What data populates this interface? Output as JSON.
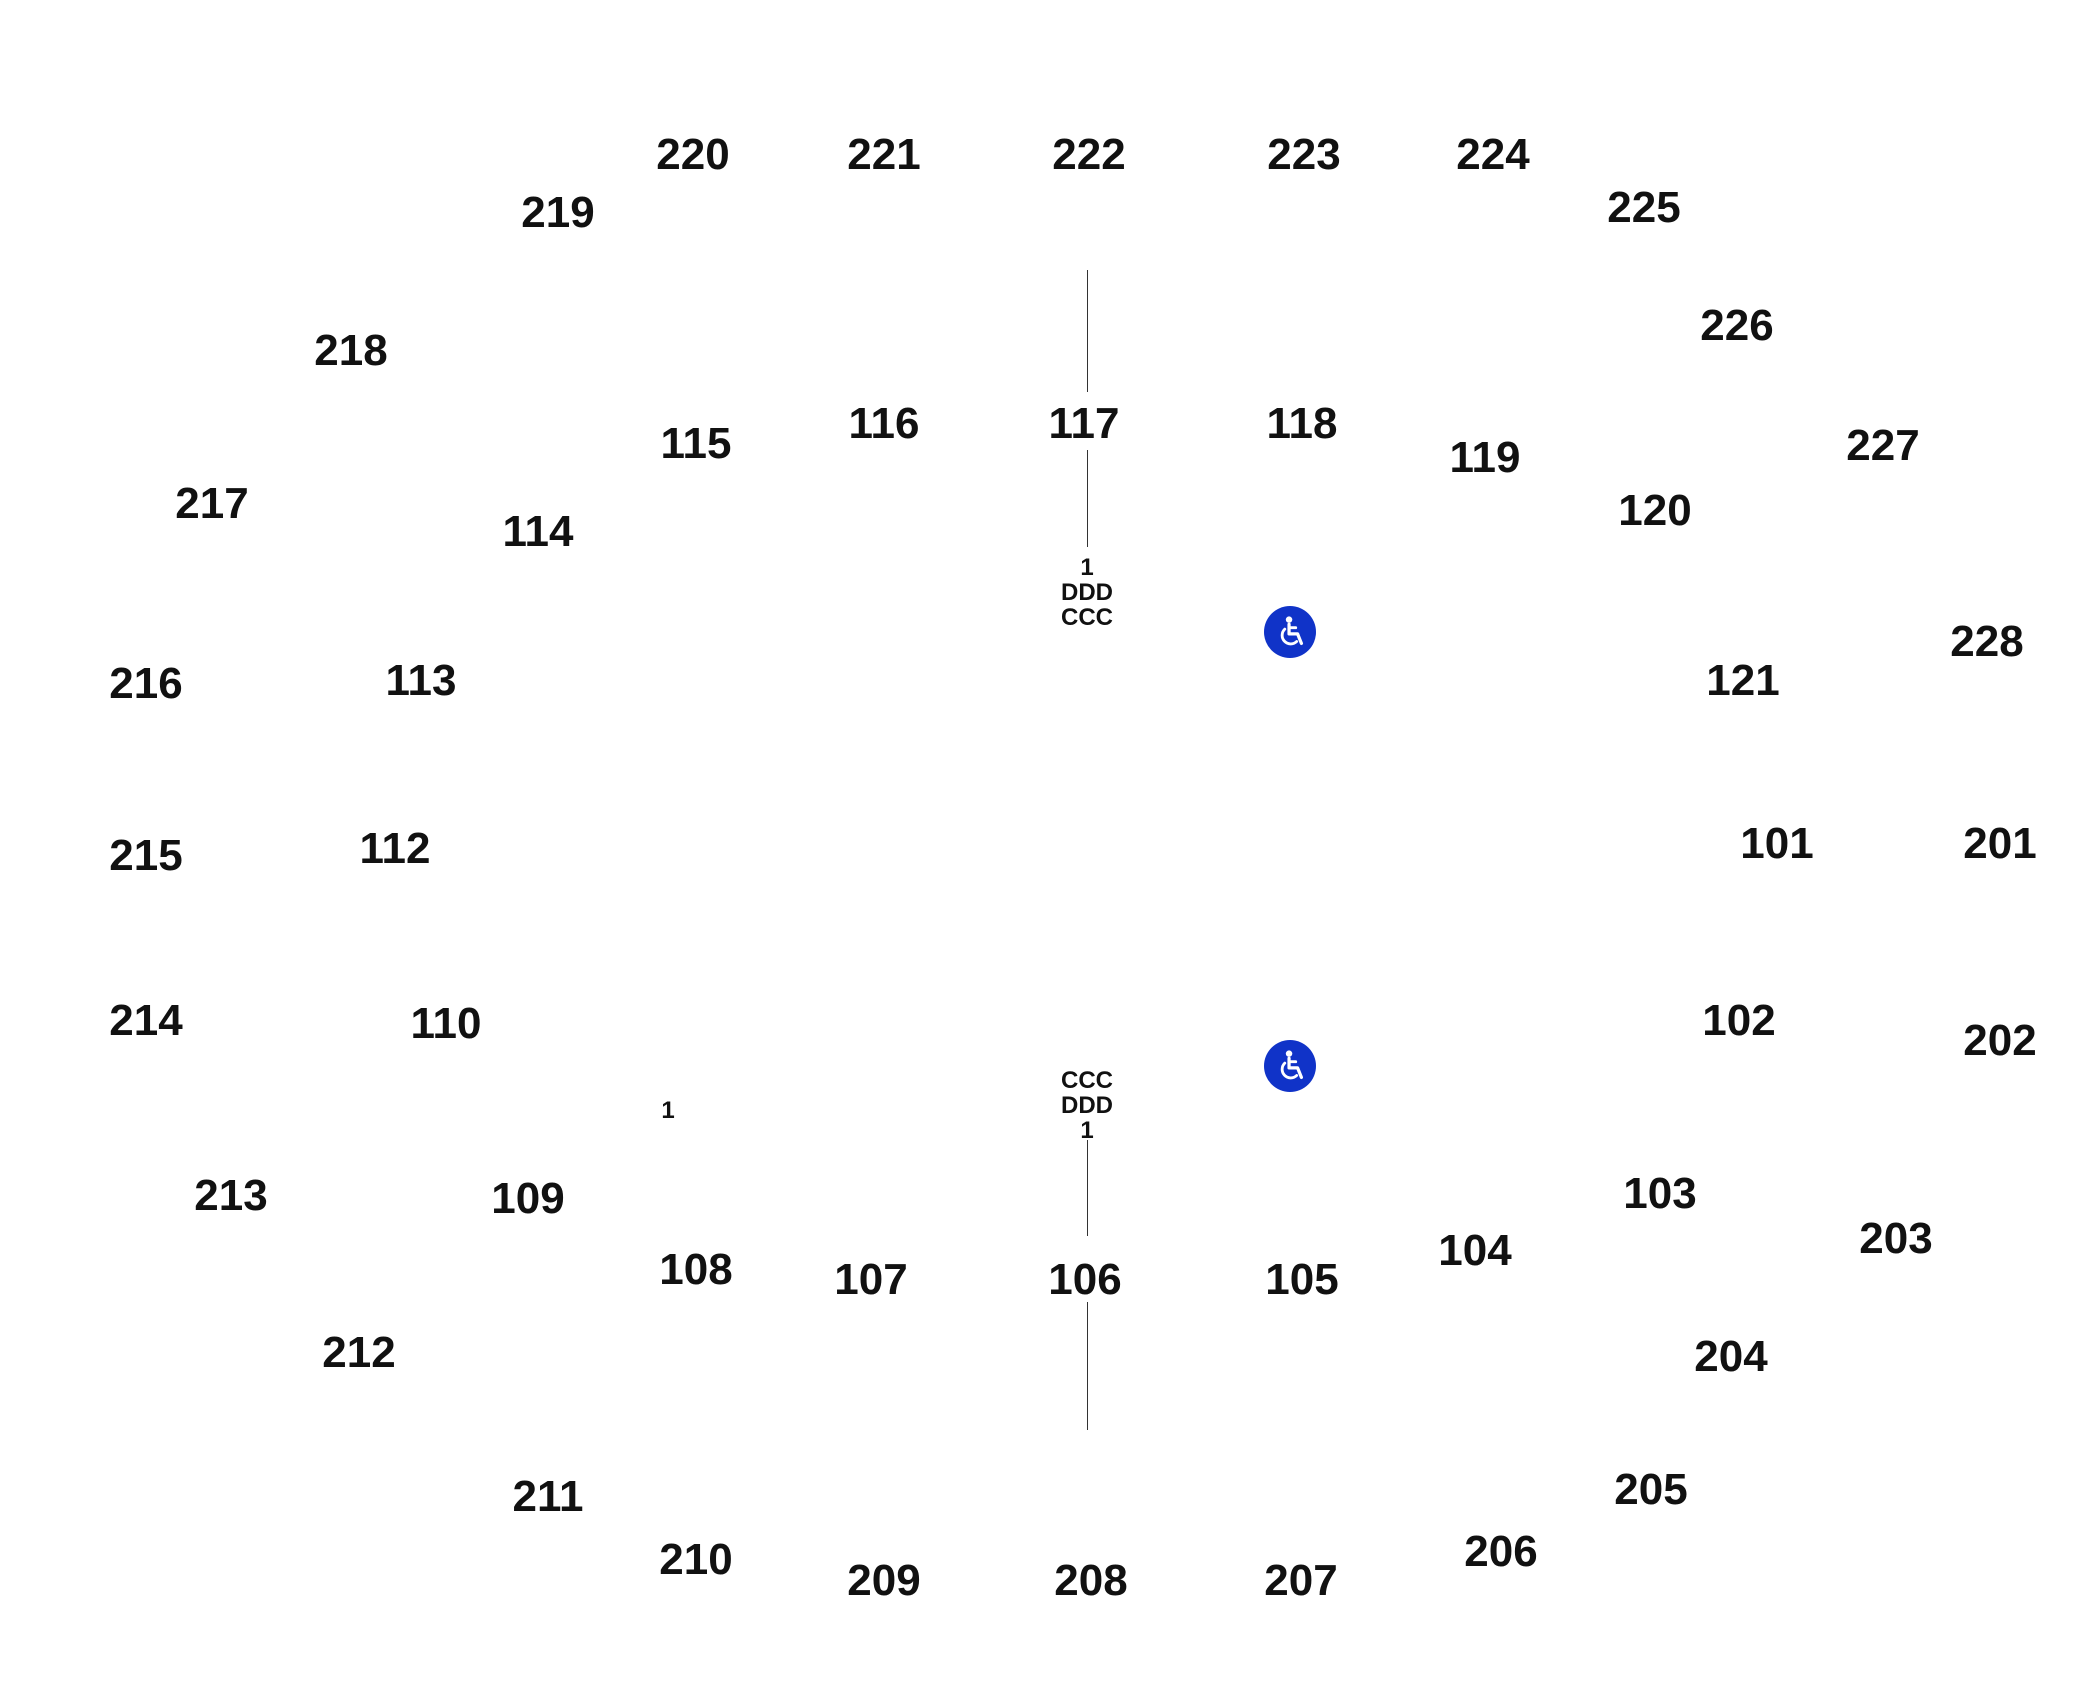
{
  "colors": {
    "accessible_marker": "#1033c8",
    "section_text": "#111111",
    "aisle_line": "#333333"
  },
  "sections": {
    "s220": "220",
    "s221": "221",
    "s222": "222",
    "s223": "223",
    "s224": "224",
    "s225": "225",
    "s219": "219",
    "s218": "218",
    "s226": "226",
    "s227": "227",
    "s217": "217",
    "s228": "228",
    "s216": "216",
    "s215": "215",
    "s214": "214",
    "s213": "213",
    "s212": "212",
    "s211": "211",
    "s210": "210",
    "s209": "209",
    "s208": "208",
    "s207": "207",
    "s206": "206",
    "s205": "205",
    "s204": "204",
    "s203": "203",
    "s202": "202",
    "s201": "201",
    "s115": "115",
    "s116": "116",
    "s117": "117",
    "s118": "118",
    "s119": "119",
    "s120": "120",
    "s114": "114",
    "s113": "113",
    "s121": "121",
    "s112": "112",
    "s101": "101",
    "s110": "110",
    "s102": "102",
    "s109": "109",
    "s103": "103",
    "s108": "108",
    "s107": "107",
    "s106": "106",
    "s105": "105",
    "s104": "104"
  },
  "row_labels": {
    "top": [
      "1",
      "DDD",
      "CCC"
    ],
    "bottom": [
      "CCC",
      "DDD",
      "1"
    ],
    "left": "1"
  },
  "accessibility_icons": [
    {
      "name": "wheelchair-accessible-icon-upper"
    },
    {
      "name": "wheelchair-accessible-icon-lower"
    }
  ]
}
